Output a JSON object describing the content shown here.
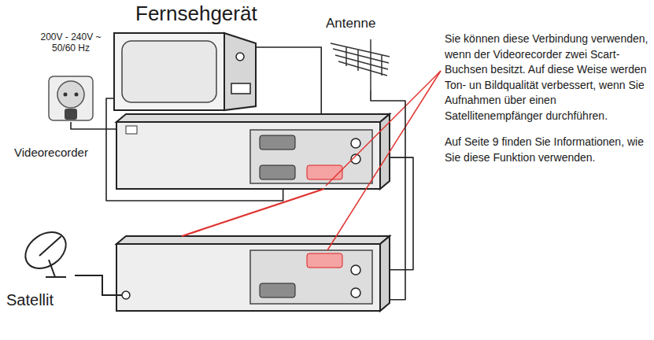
{
  "diagram": {
    "nodes": [
      {
        "text": [
          "Fernsehgerät"
        ]
      },
      {
        "text": [
          "Antenne"
        ]
      },
      {
        "text": [
          "200V - 240V ~ 50/60 Hz"
        ]
      },
      {
        "text": [
          "Videorecorder"
        ]
      },
      {
        "text": [
          "Satellit"
        ]
      }
    ],
    "edges": [
      {
        "from": 2,
        "to": 3,
        "arrow": "none"
      },
      {
        "from": 0,
        "to": 3,
        "arrow": "none"
      },
      {
        "from": 3,
        "to": 0,
        "arrow": "none"
      },
      {
        "from": 1,
        "to": 4,
        "arrow": "none"
      },
      {
        "from": 4,
        "to": 3,
        "arrow": "none"
      },
      {
        "from": 3,
        "to": 4,
        "arrow": "none"
      }
    ],
    "labels": [
      "Sie können diese Verbindung verwenden, wenn der Videorecorder zwei Scart-Buchsen besitzt. Auf diese Weise werden Ton- un Bildqualität verbessert, wenn Sie Aufnahmen über einen Satellitenempfänger durchführen.",
      "Auf Seite 9 finden Sie Informationen, wie Sie diese Funktion verwenden."
    ]
  }
}
